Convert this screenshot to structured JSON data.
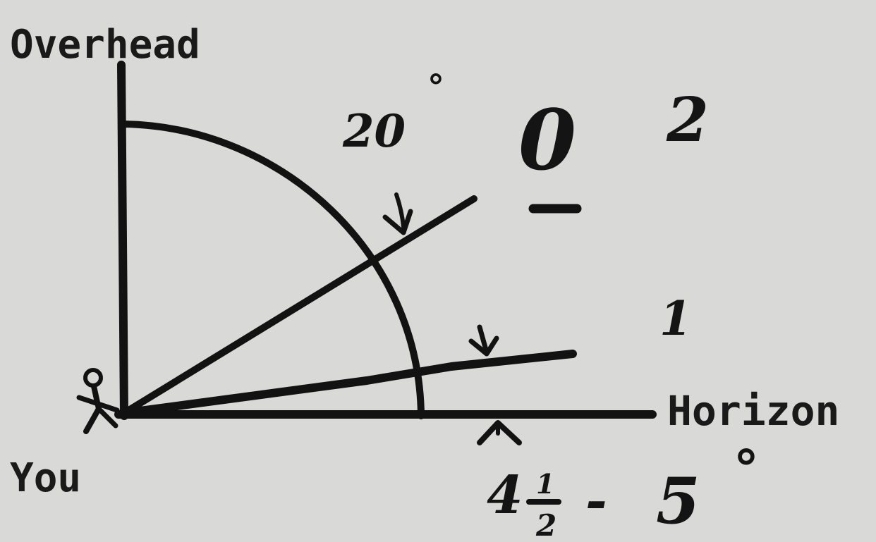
{
  "labels": {
    "overhead": "Overhead",
    "horizon": "Horizon",
    "you": "You"
  },
  "annotations": {
    "upper_angle": "20",
    "lower_angle_whole": "4",
    "lower_angle_num": "1",
    "lower_angle_den": "2",
    "lower_angle_dash": "-",
    "lower_angle_end": "5",
    "degree_mark": "°",
    "mark_zero": "0",
    "mark_two": "2",
    "mark_one": "1"
  }
}
